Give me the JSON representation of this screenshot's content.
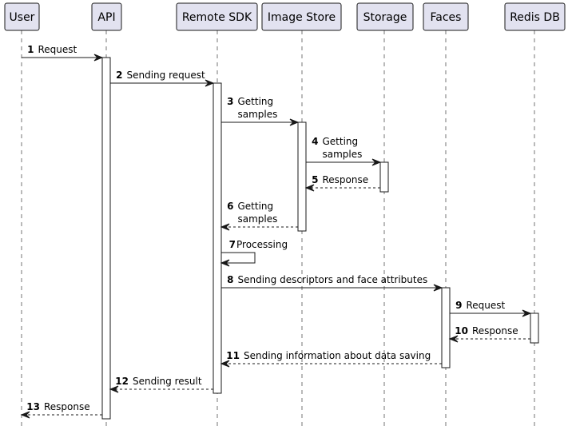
{
  "participants": [
    {
      "id": "user",
      "label": "User"
    },
    {
      "id": "api",
      "label": "API"
    },
    {
      "id": "remote_sdk",
      "label": "Remote SDK"
    },
    {
      "id": "image_store",
      "label": "Image Store"
    },
    {
      "id": "storage",
      "label": "Storage"
    },
    {
      "id": "faces",
      "label": "Faces"
    },
    {
      "id": "redis_db",
      "label": "Redis DB"
    }
  ],
  "messages": [
    {
      "num": "1",
      "from": "user",
      "to": "api",
      "lines": [
        "Request"
      ],
      "style": "solid"
    },
    {
      "num": "2",
      "from": "api",
      "to": "remote_sdk",
      "lines": [
        "Sending request"
      ],
      "style": "solid"
    },
    {
      "num": "3",
      "from": "remote_sdk",
      "to": "image_store",
      "lines": [
        "Getting",
        "samples"
      ],
      "style": "solid"
    },
    {
      "num": "4",
      "from": "image_store",
      "to": "storage",
      "lines": [
        "Getting",
        "samples"
      ],
      "style": "solid"
    },
    {
      "num": "5",
      "from": "storage",
      "to": "image_store",
      "lines": [
        "Response"
      ],
      "style": "dashed"
    },
    {
      "num": "6",
      "from": "image_store",
      "to": "remote_sdk",
      "lines": [
        "Getting",
        "samples"
      ],
      "style": "dashed"
    },
    {
      "num": "7",
      "from": "remote_sdk",
      "to": "remote_sdk",
      "lines": [
        "Processing"
      ],
      "style": "solid"
    },
    {
      "num": "8",
      "from": "remote_sdk",
      "to": "faces",
      "lines": [
        "Sending descriptors and face attributes"
      ],
      "style": "solid"
    },
    {
      "num": "9",
      "from": "faces",
      "to": "redis_db",
      "lines": [
        "Request"
      ],
      "style": "solid"
    },
    {
      "num": "10",
      "from": "redis_db",
      "to": "faces",
      "lines": [
        "Response"
      ],
      "style": "dashed"
    },
    {
      "num": "11",
      "from": "faces",
      "to": "remote_sdk",
      "lines": [
        "Sending information about data saving"
      ],
      "style": "dashed"
    },
    {
      "num": "12",
      "from": "remote_sdk",
      "to": "api",
      "lines": [
        "Sending result"
      ],
      "style": "dashed"
    },
    {
      "num": "13",
      "from": "api",
      "to": "user",
      "lines": [
        "Response"
      ],
      "style": "dashed"
    }
  ],
  "activations": [
    {
      "participant": "api",
      "from_message": "1",
      "to_message": "13"
    },
    {
      "participant": "remote_sdk",
      "from_message": "2",
      "to_message": "12"
    },
    {
      "participant": "image_store",
      "from_message": "3",
      "to_message": "6"
    },
    {
      "participant": "storage",
      "from_message": "4",
      "to_message": "5"
    },
    {
      "participant": "faces",
      "from_message": "8",
      "to_message": "11"
    },
    {
      "participant": "redis_db",
      "from_message": "9",
      "to_message": "10"
    }
  ],
  "colors": {
    "participant_fill": "#e2e2f0",
    "line": "#181818"
  }
}
